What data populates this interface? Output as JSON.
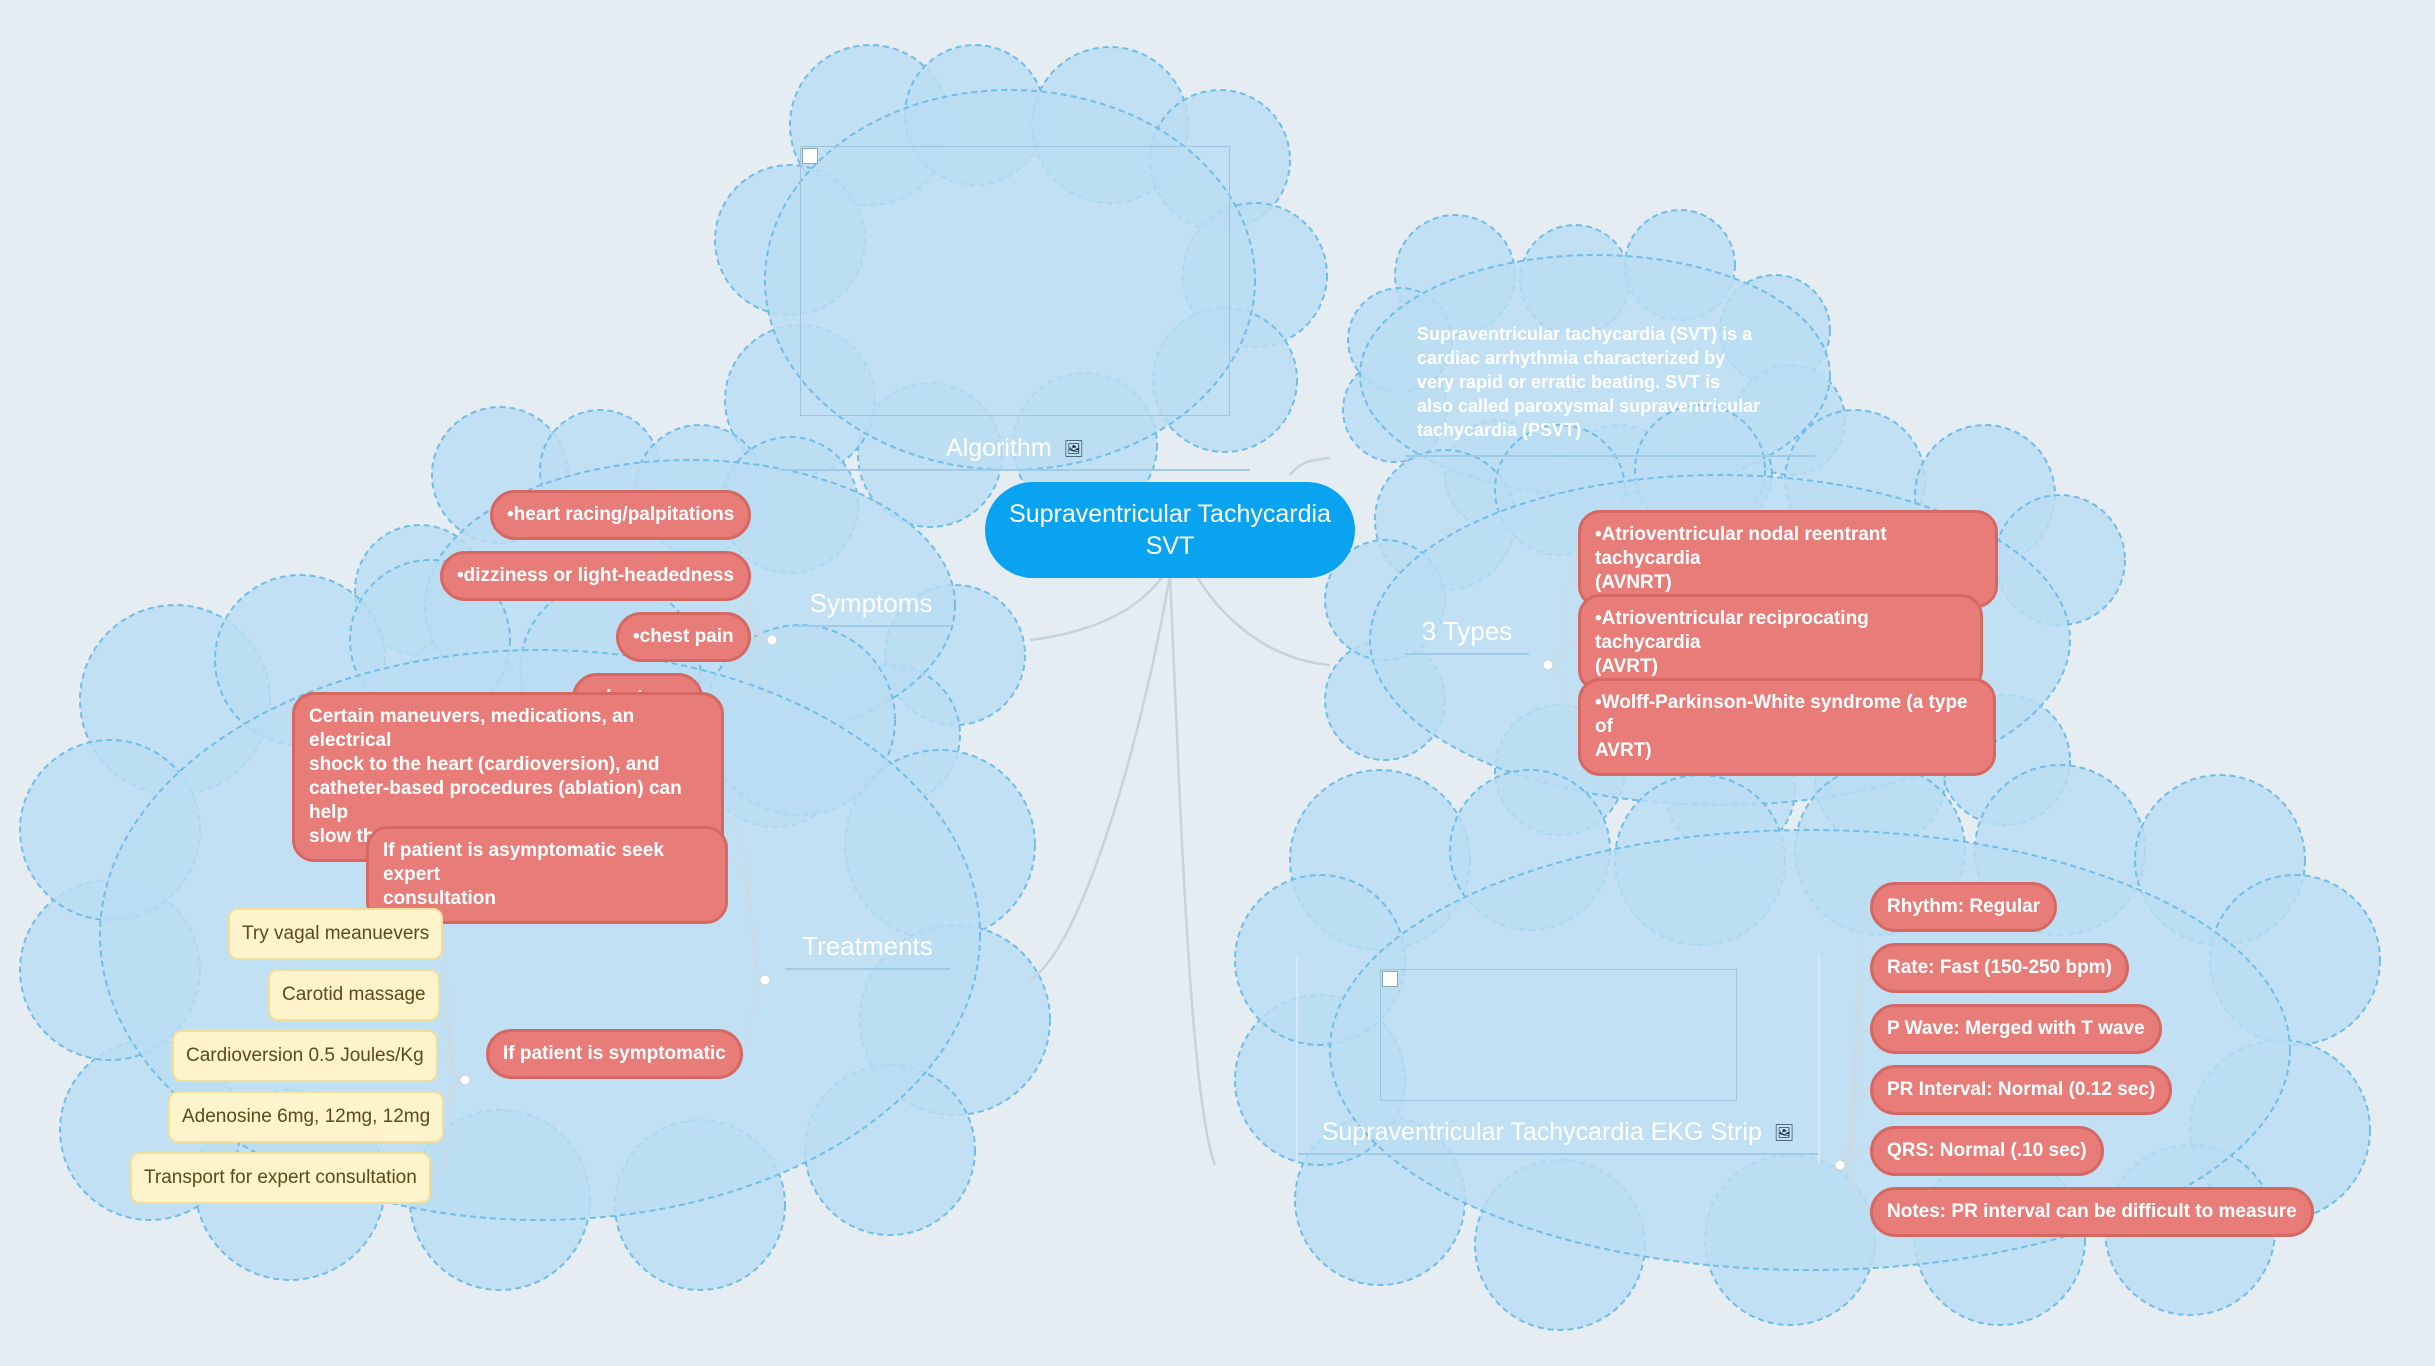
{
  "central": {
    "line1": "Supraventricular Tachycardia",
    "line2": "SVT"
  },
  "description": {
    "lines": [
      "Supraventricular tachycardia (SVT) is a",
      "cardiac arrhythmia characterized by",
      "very rapid or erratic beating. SVT is",
      "also called paroxysmal supraventricular",
      "tachycardia (PSVT)"
    ]
  },
  "algorithm": {
    "label": "Algorithm",
    "icon": "image-icon"
  },
  "symptoms": {
    "label": "Symptoms",
    "items": [
      "•heart racing/palpitations",
      "•dizziness or light-headedness",
      "•chest pain",
      "•shortness"
    ]
  },
  "types": {
    "label": "3 Types",
    "items": [
      {
        "line1": "•Atrioventricular nodal reentrant tachycardia",
        "line2": "(AVNRT)"
      },
      {
        "line1": "•Atrioventricular reciprocating tachycardia",
        "line2": "(AVRT)"
      },
      {
        "line1": "•Wolff-Parkinson-White syndrome (a type of",
        "line2": "AVRT)"
      }
    ]
  },
  "treatments": {
    "label": "Treatments",
    "overview": {
      "lines": [
        "Certain maneuvers, medications, an electrical",
        "shock to the heart (cardioversion), and",
        "catheter-based procedures (ablation) can help",
        "slow the heart"
      ]
    },
    "asymptomatic": {
      "line1": "If patient is asymptomatic seek expert",
      "line2": "consultation"
    },
    "symptomatic": {
      "label": "If patient is symptomatic",
      "steps": [
        "Try vagal meanuevers",
        "Carotid massage",
        "Cardioversion 0.5 Joules/Kg",
        "Adenosine 6mg, 12mg, 12mg",
        "Transport for expert consultation"
      ]
    }
  },
  "ekg": {
    "label": "Supraventricular Tachycardia EKG Strip",
    "icon": "image-icon",
    "items": [
      "Rhythm: Regular",
      "Rate: Fast (150-250 bpm)",
      "P Wave: Merged with T wave",
      "PR Interval: Normal (0.12 sec)",
      "QRS: Normal (.10 sec)",
      "Notes: PR interval can be difficult to measure"
    ]
  },
  "colors": {
    "background": "#e5edf2",
    "cloud_fill": "#b9ddf3",
    "cloud_stroke": "#6fbde9",
    "central": "#0aa3ef",
    "pill": "#e87c78",
    "leaf": "#fef4cc"
  }
}
